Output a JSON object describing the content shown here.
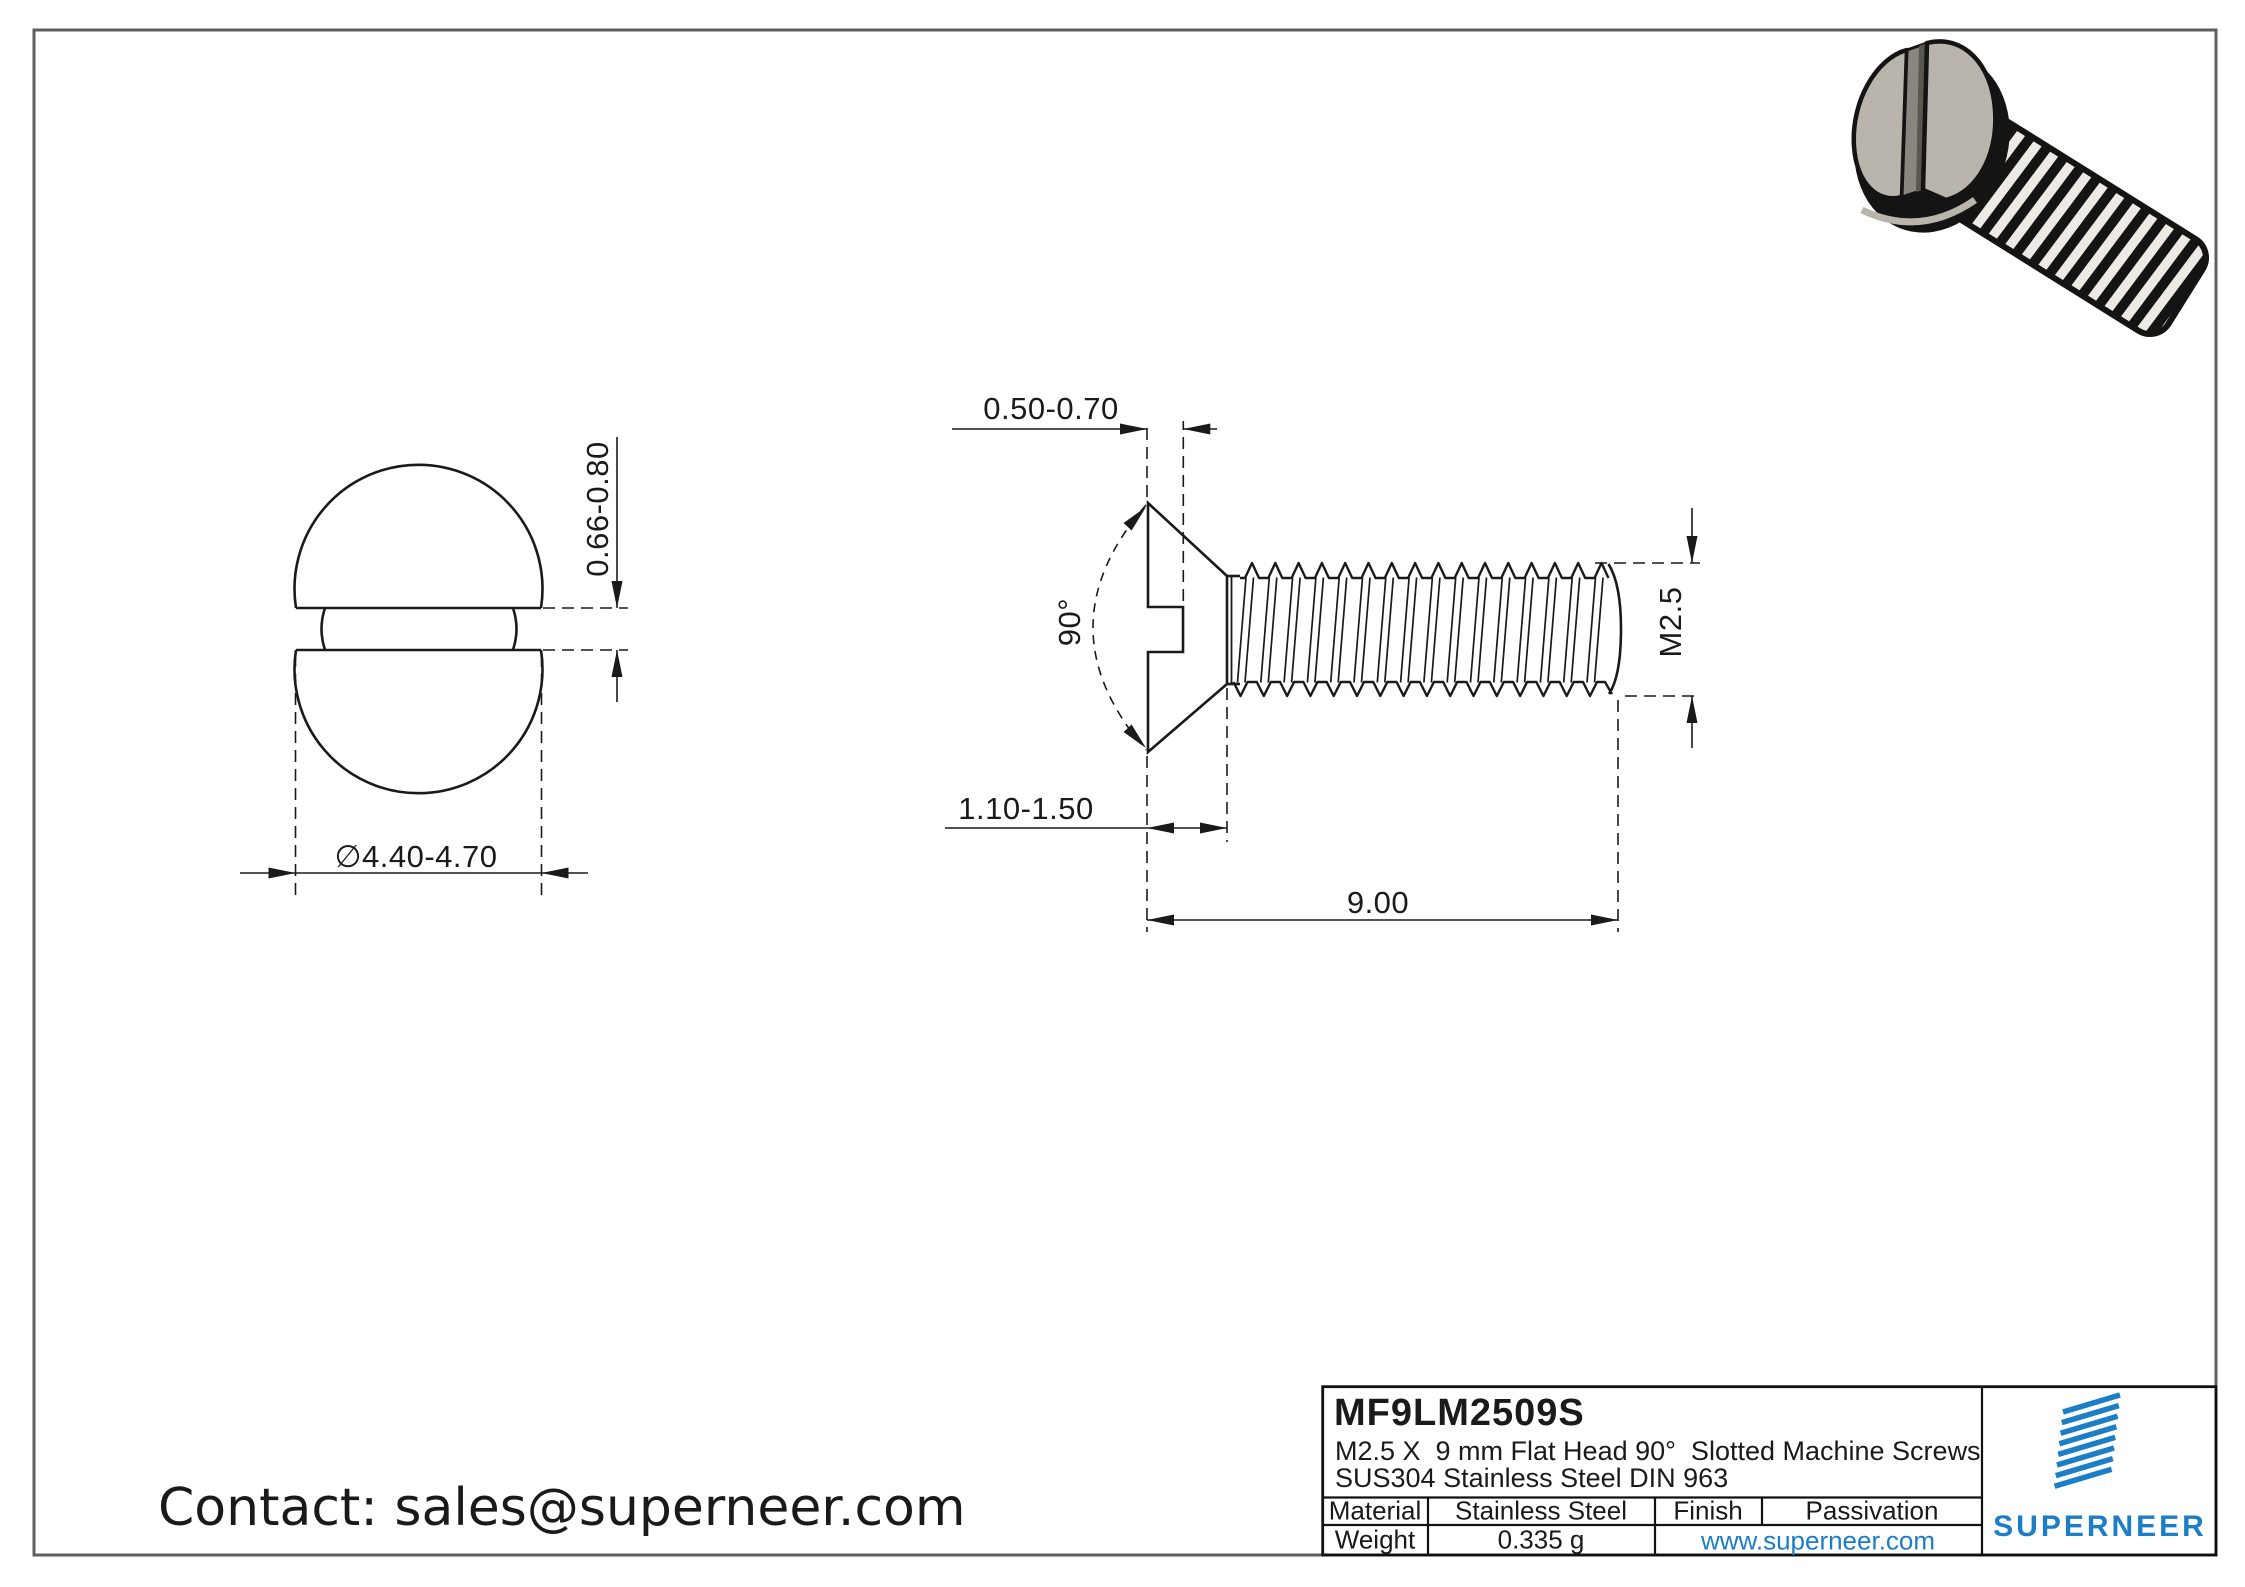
{
  "colors": {
    "line": "#1a1a1a",
    "border_gray": "#5f5f5f",
    "accent_blue": "#1b7ec6",
    "screw_face": "#b9b5ac",
    "screw_slot": "#8a867f",
    "screw_dark": "#141414",
    "thread_white": "#edeae5"
  },
  "front_view": {
    "slot_depth": "0.66-0.80",
    "head_diameter": "∅4.40-4.70"
  },
  "side_view": {
    "slot_width": "0.50-0.70",
    "head_angle": "90°",
    "head_height": "1.10-1.50",
    "total_length": "9.00",
    "thread_spec": "M2.5"
  },
  "title_block": {
    "part_number": "MF9LM2509S",
    "description_line1": "M2.5 X  9 mm Flat Head 90°  Slotted Machine Screws",
    "description_line2": "SUS304 Stainless Steel DIN 963",
    "material_label": "Material",
    "material_value": "Stainless Steel",
    "finish_label": "Finish",
    "finish_value": "Passivation",
    "weight_label": "Weight",
    "weight_value": "0.335 g",
    "website": "www.superneer.com",
    "brand": "SUPERNEER"
  },
  "contact": {
    "text": "Contact: sales@superneer.com"
  }
}
